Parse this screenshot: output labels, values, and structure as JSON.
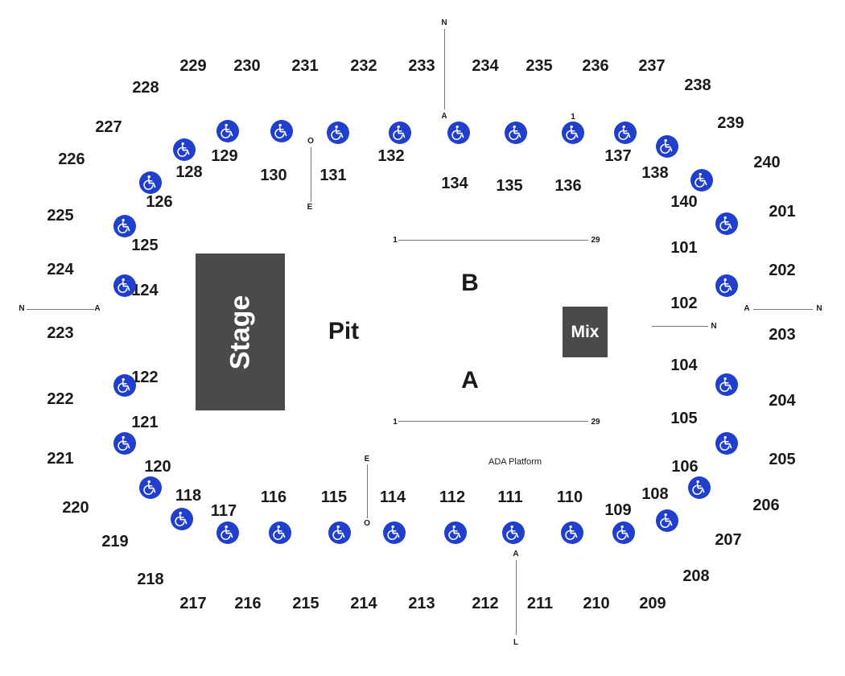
{
  "map": {
    "upper_sections": [
      "229",
      "230",
      "231",
      "232",
      "233",
      "234",
      "235",
      "236",
      "237",
      "238",
      "239",
      "240",
      "201",
      "202",
      "203",
      "204",
      "205",
      "206",
      "207",
      "208",
      "209",
      "210",
      "211",
      "212",
      "213",
      "214",
      "215",
      "216",
      "217",
      "218",
      "219",
      "220",
      "221",
      "222",
      "223",
      "224",
      "225",
      "226",
      "227",
      "228"
    ],
    "lower_sections": [
      "129",
      "128",
      "126",
      "125",
      "124",
      "122",
      "121",
      "120",
      "118",
      "117",
      "116",
      "115",
      "114",
      "112",
      "111",
      "110",
      "109",
      "108",
      "106",
      "105",
      "104",
      "102",
      "101",
      "140",
      "138",
      "137",
      "136",
      "135",
      "134",
      "132",
      "131",
      "130"
    ],
    "stage_label": "Stage",
    "pit_label": "Pit",
    "mix_label": "Mix",
    "floor_sections": [
      "B",
      "A"
    ],
    "ada_platform_label": "ADA Platform",
    "row_labels": {
      "floor_b_first": "1",
      "floor_b_last": "29",
      "floor_a_first": "1",
      "floor_a_last": "29",
      "top_n": "N",
      "top_a": "A",
      "top_1": "1",
      "left_n": "N",
      "left_a": "A",
      "right_a": "A",
      "right_n": "N",
      "right_n2": "N",
      "vert_o_top": "O",
      "vert_e_top": "E",
      "vert_e_bottom": "E",
      "vert_o_bottom": "O",
      "bottom_a": "A",
      "bottom_l": "L"
    },
    "accent_color": "#1f3fcc",
    "icon": "wheelchair-accessible-icon"
  }
}
